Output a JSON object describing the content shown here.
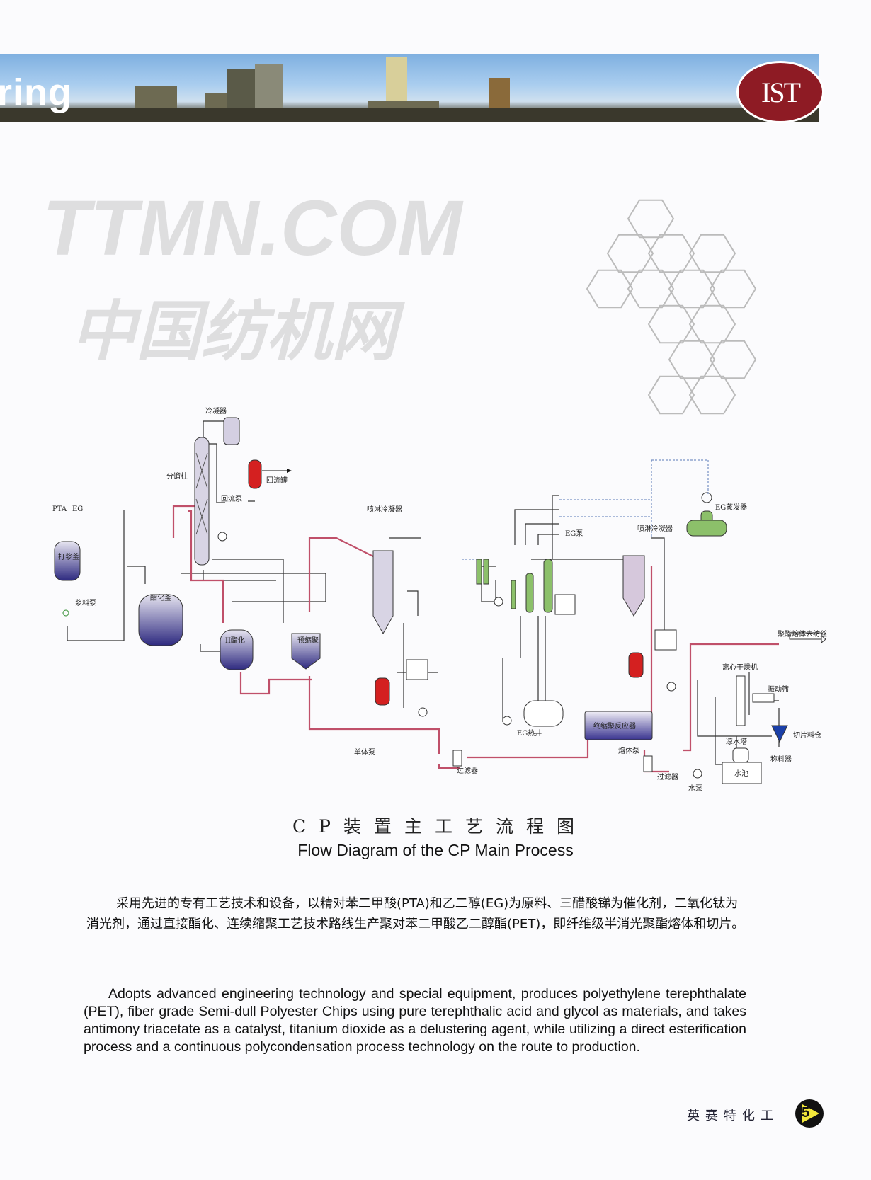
{
  "header": {
    "banner_text": "ring",
    "logo_text": "IST"
  },
  "watermark": {
    "latin": "TTMN.COM",
    "chinese": "中国纺机网"
  },
  "diagram": {
    "labels": {
      "condenser": "冷凝器",
      "fractionating_column": "分馏柱",
      "reflux_tank": "回流罐",
      "reflux_pump": "回流泵",
      "pta": "PTA",
      "eg": "EG",
      "slurry_tank": "打浆釜",
      "slurry_pump": "浆料泵",
      "esterifier": "酯化釜",
      "esterifier_2": "II酯化",
      "prepolymerizer": "预缩聚",
      "spray_condenser_1": "喷淋冷凝器",
      "monomer_pump": "单体泵",
      "filter_1": "过滤器",
      "eg_pump": "EG泵",
      "spray_condenser_2": "喷淋冷凝器",
      "eg_evaporator": "EG蒸发器",
      "melt_to_spinning": "聚酯熔体去纺丝",
      "centrifugal_dryer": "离心干燥机",
      "vibrating_screen": "振动筛",
      "eg_hotwell": "EG热井",
      "final_reactor": "终缩聚反应器",
      "melt_pump": "熔体泵",
      "cooling_tower": "凉水塔",
      "chip_silo": "切片料仓",
      "weigher": "称料器",
      "water_pool": "水池",
      "filter_2": "过滤器",
      "water_pump": "水泵"
    }
  },
  "title": {
    "cn": "CP装置主工艺流程图",
    "en": "Flow Diagram of the CP Main Process"
  },
  "body": {
    "cn": "采用先进的专有工艺技术和设备，以精对苯二甲酸(PTA)和乙二醇(EG)为原料、三醋酸锑为催化剂，二氧化钛为消光剂，通过直接酯化、连续缩聚工艺技术路线生产聚对苯二甲酸乙二醇酯(PET)，即纤维级半消光聚酯熔体和切片。",
    "en": "Adopts advanced engineering technology and special equipment, produces polyethylene terephthalate (PET), fiber grade Semi-dull Polyester Chips  using pure terephthalic acid and glycol as materials, and takes antimony triacetate as a catalyst, titanium dioxide as a delustering agent, while utilizing a direct esterification process and a continuous polycondensation process technology on the route to production."
  },
  "footer": {
    "brand": "英赛特化工",
    "page": "5"
  },
  "colors": {
    "vessel_blue": "#3a3a8c",
    "red_tank": "#d42020",
    "green": "#8cc06a",
    "pipe_red": "#c0506a",
    "logo_red": "#8e1b24"
  }
}
